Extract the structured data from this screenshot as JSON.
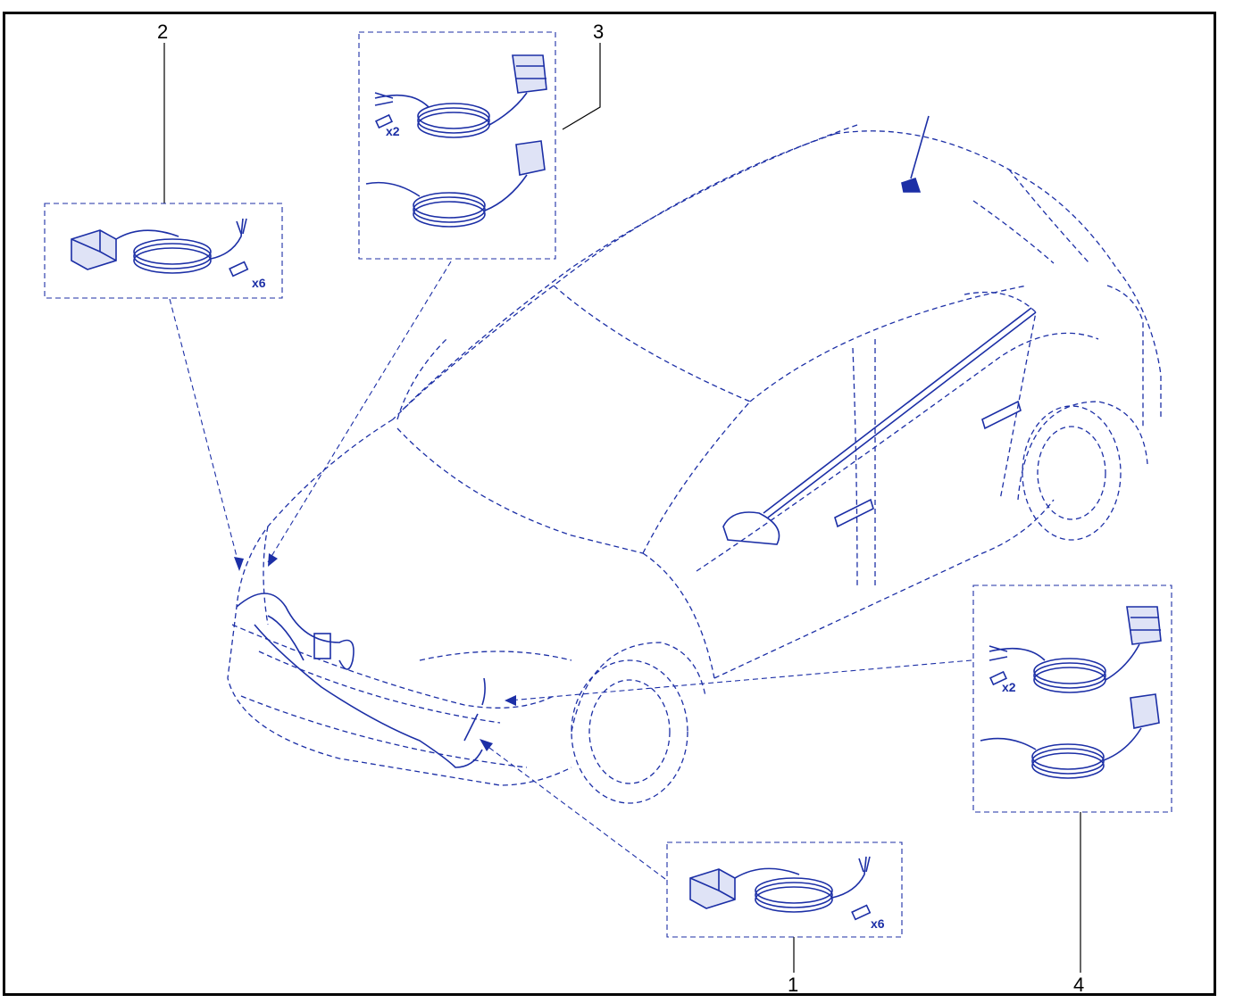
{
  "callouts": {
    "c1": "1",
    "c2": "2",
    "c3": "3",
    "c4": "4"
  },
  "quantities": {
    "p1": "x6",
    "p2": "x6",
    "p3": "x2",
    "p4": "x2"
  },
  "colors": {
    "line": "#1c2fa6",
    "frame": "#000000"
  }
}
